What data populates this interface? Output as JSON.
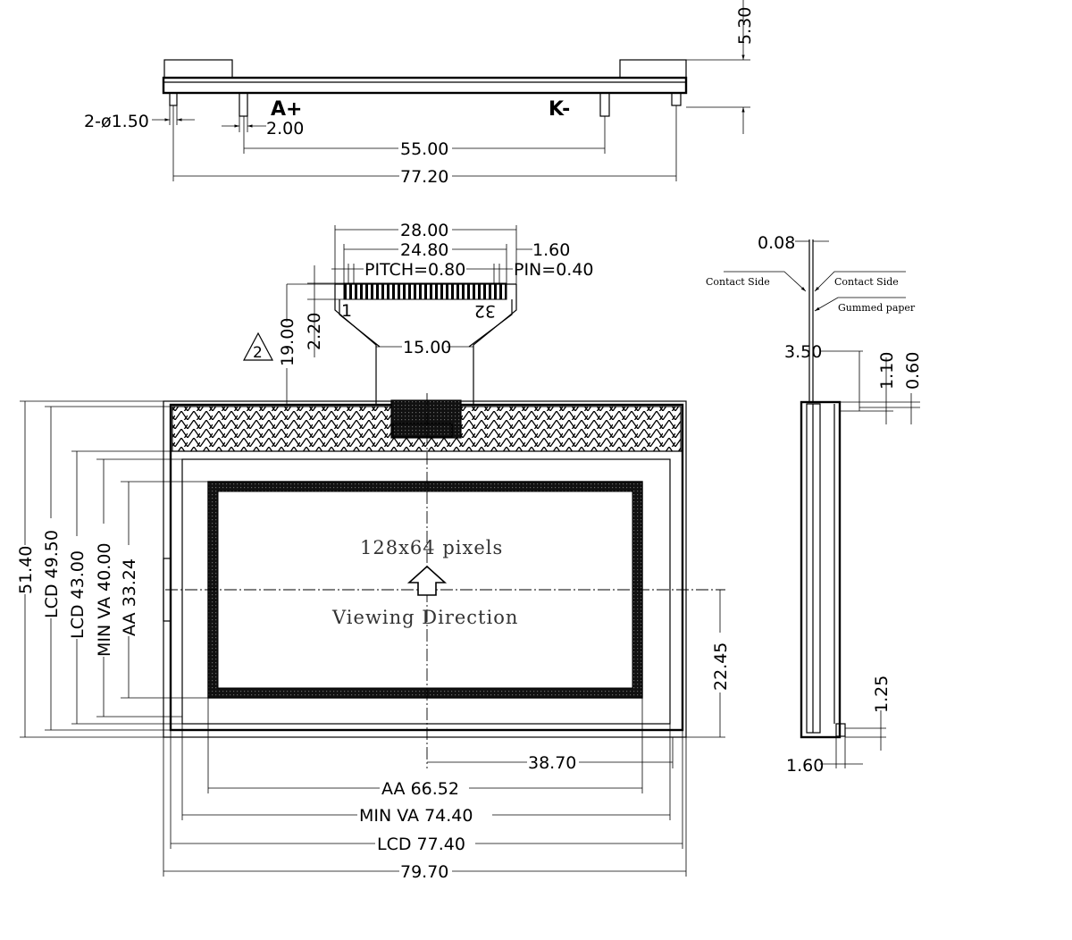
{
  "top_view": {
    "dim_height": "5.30",
    "label_a": "A+",
    "label_k": "K-",
    "dim_holes": "2-ø1.50",
    "dim_pin_offset": "2.00",
    "dim_pin_span": "55.00",
    "dim_width": "77.20"
  },
  "fpc": {
    "dim_width": "28.00",
    "dim_pin_span": "24.80",
    "dim_margin": "1.60",
    "pitch": "PITCH=0.80",
    "pin_width": "PIN=0.40",
    "pin_first": "1",
    "pin_last": "32",
    "dim_tab": "2.20",
    "dim_length": "19.00",
    "dim_neck": "15.00",
    "note_marker": "2"
  },
  "front_view": {
    "pixels": "128x64 pixels",
    "viewing_direction": "Viewing Direction",
    "dim_outline_h": "51.40",
    "dim_lcd_h": "LCD 49.50",
    "dim_minva_h": "LCD 43.00",
    "dim_va_h": "MIN VA 40.00",
    "dim_aa_h": "AA 33.24",
    "dim_center_v": "22.45",
    "dim_center_h": "38.70",
    "dim_aa_w": "AA 66.52",
    "dim_minva_w": "MIN VA 74.40",
    "dim_lcd_w": "LCD 77.40",
    "dim_outline_w": "79.70"
  },
  "side_view": {
    "dim_fpc_thk": "0.08",
    "contact_side_left": "Contact Side",
    "contact_side_right": "Contact Side",
    "gummed_paper": "Gummed paper",
    "dim_depth": "3.50",
    "dim_110": "1.10",
    "dim_060": "0.60",
    "dim_125": "1.25",
    "dim_160": "1.60"
  }
}
